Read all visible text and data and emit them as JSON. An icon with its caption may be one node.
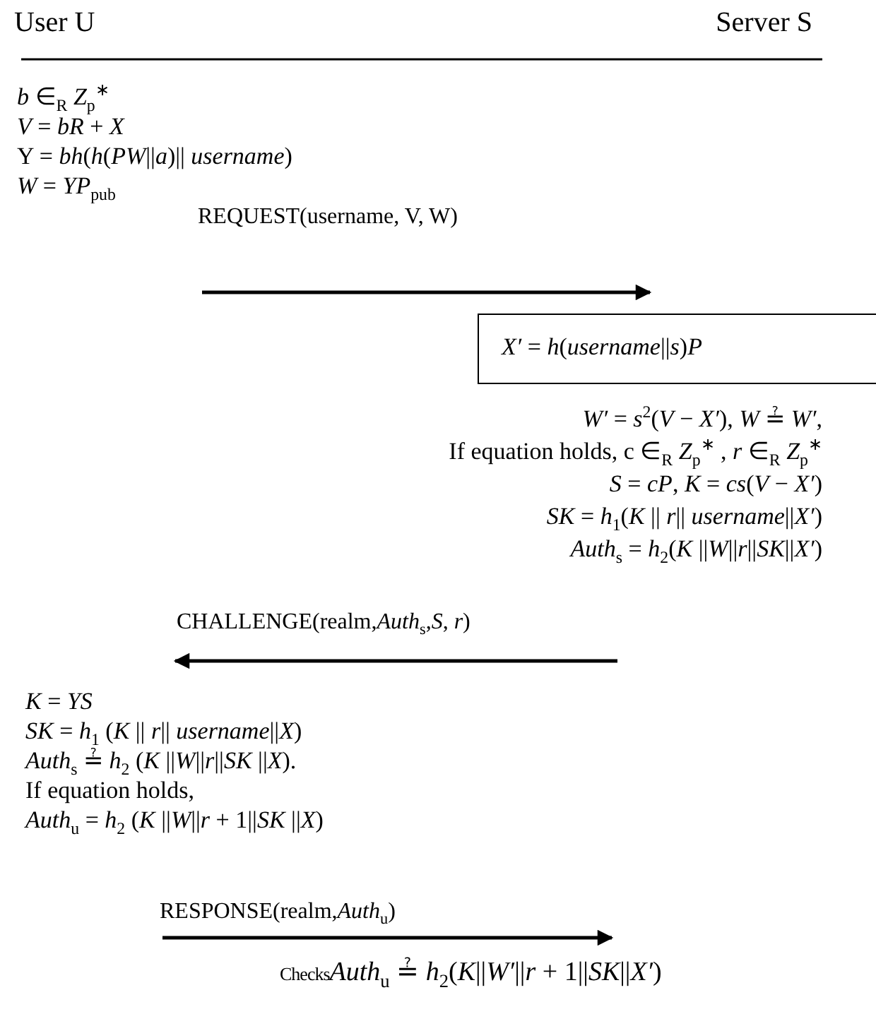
{
  "diagram": {
    "nodes": [
      {
        "text": [
          "*b* ∈$_{R}$ *Z*$_{p}$$^{∗}$",
          "*V* = *bR* + *X*",
          "Y = *bh*(*h*(*PW*||*a*)|| *username*)",
          "*W* = *YP*$_{pub}$"
        ]
      },
      {
        "text": [
          "*X′* = *h*(*username*||*s*)*P*"
        ]
      },
      {
        "text": [
          "*W′* = *s*$^{2}$(*V* − *X′*), *W* ≟ *W′*,",
          "If equation holds, c ∈$_{R}$ *Z*$_{p}$$^{∗}$ , *r* ∈$_{R}$ *Z*$_{p}$$^{∗}$",
          "*S* = *cP*, *K* = *cs*(*V* − *X′*)",
          "*SK* = *h*$_{1}$(*K* || *r*|| *username*||*X′*)",
          "*Auth*$_{s}$ = *h*$_{2}$(*K* ||*W*||*r*||*SK*||*X′*)"
        ]
      },
      {
        "text": [
          "*K* = *YS*",
          "*SK* = *h*$_{1}$ (*K* || *r*||  *username*||*X*)",
          "*Auth*$_{s}$ ≟ *h*$_{2}$ (*K* ||*W*||*r*||*SK* ||*X*).",
          "If equation holds,",
          "*Auth*$_{u}$ = *h*$_{2}$ (*K* ||*W*||*r* + 1||*SK* ||*X*)"
        ]
      },
      {
        "text": [
          "Checks",
          "*Auth*$_{u}$ ≟ *h*$_{2}$(*K*||*W′*||*r* + 1||*SK*||*X′*)"
        ]
      }
    ],
    "edges": [
      {
        "from": 0,
        "to": 1,
        "arrow": "to",
        "label": "REQUEST(username, V, W)"
      },
      {
        "from": 2,
        "to": 3,
        "arrow": "to",
        "label": "CHALLENGE(realm,*Auth*$_{s}$,*S*, *r*)"
      },
      {
        "from": 3,
        "to": 4,
        "arrow": "to",
        "label": "RESPONSE(realm,*Auth*$_{u}$)"
      }
    ],
    "labels": [
      "User U",
      "Server S"
    ]
  }
}
